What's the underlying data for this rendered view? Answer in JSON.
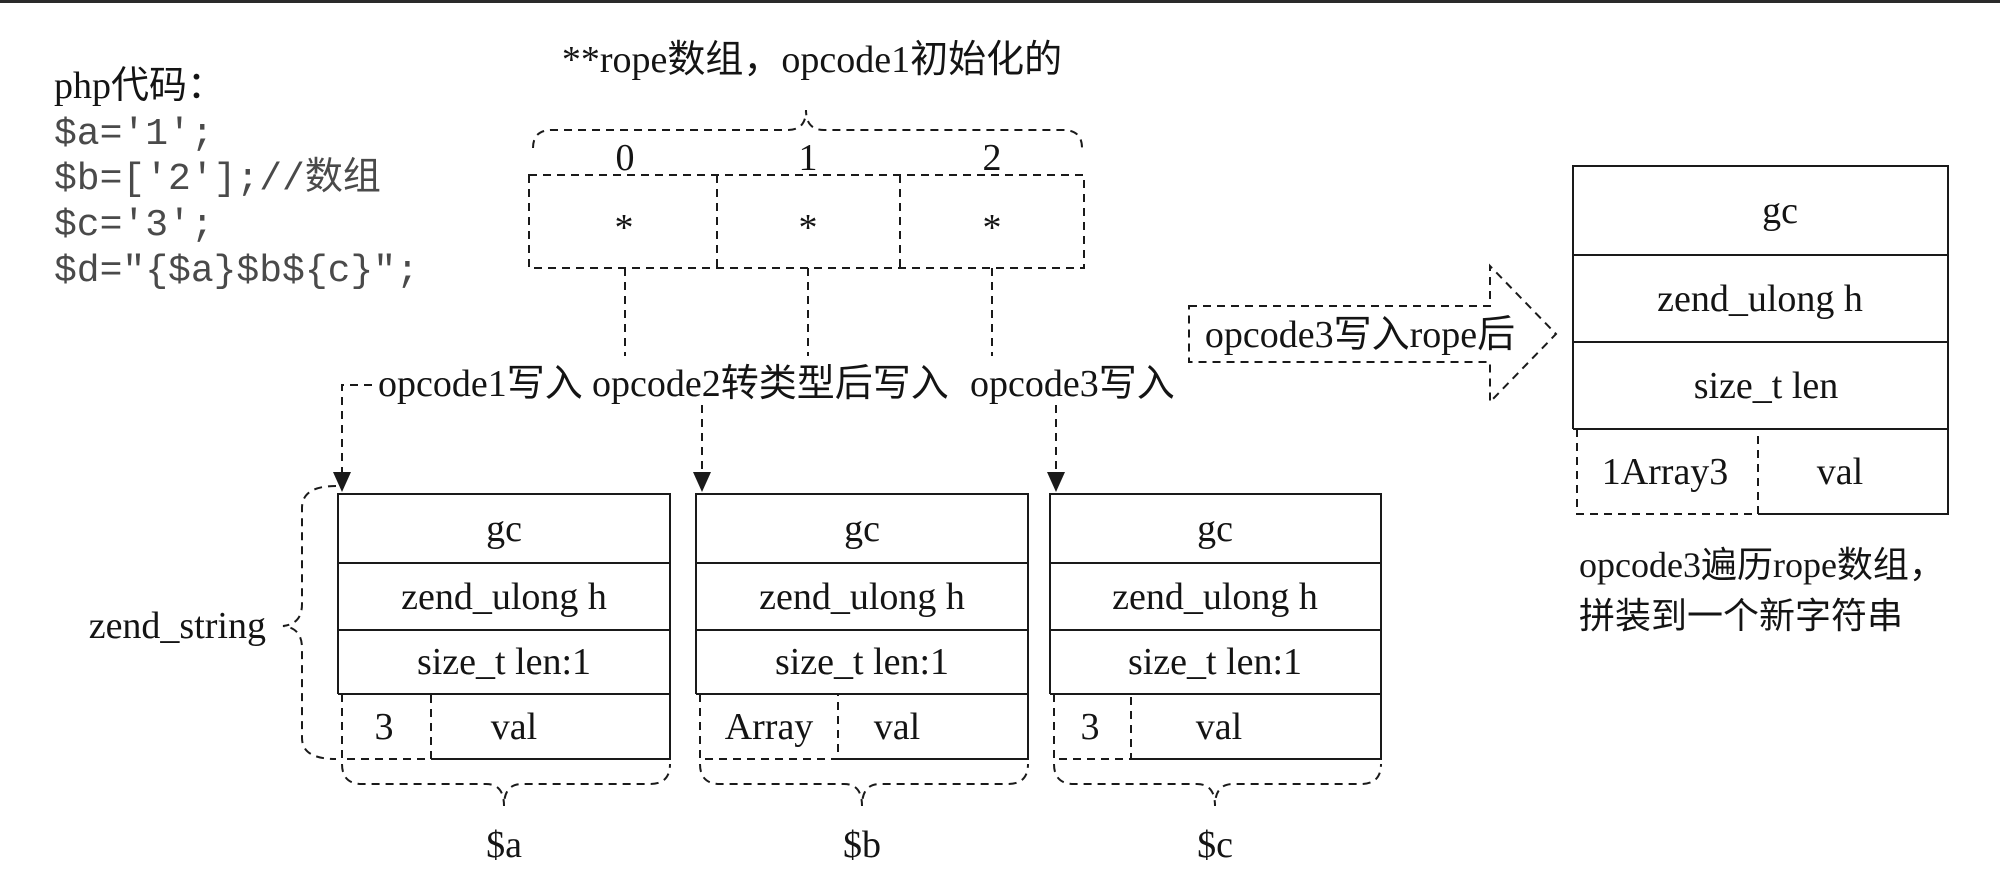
{
  "code": {
    "heading": "php代码：",
    "lines": [
      "$a='1';",
      "$b=['2'];//数组",
      "$c='3';",
      "$d=\"{$a}$b${c}\";"
    ]
  },
  "rope": {
    "title": "**rope数组，opcode1初始化的",
    "indices": [
      "0",
      "1",
      "2"
    ],
    "cells": [
      "*",
      "*",
      "*"
    ]
  },
  "writes": {
    "opcode1": "opcode1写入",
    "opcode2": "opcode2转类型后写入",
    "opcode3": "opcode3写入"
  },
  "struct_label": "zend_string",
  "structs": [
    {
      "rows": [
        "gc",
        "zend_ulong h",
        "size_t len:1"
      ],
      "content": "3",
      "val": "val",
      "var": "$a"
    },
    {
      "rows": [
        "gc",
        "zend_ulong h",
        "size_t len:1"
      ],
      "content": "Array",
      "val": "val",
      "var": "$b"
    },
    {
      "rows": [
        "gc",
        "zend_ulong h",
        "size_t len:1"
      ],
      "content": "3",
      "val": "val",
      "var": "$c"
    }
  ],
  "transition_label": "opcode3写入rope后",
  "result": {
    "rows": [
      "gc",
      "zend_ulong h",
      "size_t len"
    ],
    "content": "1Array3",
    "val": "val",
    "caption": [
      "opcode3遍历rope数组，",
      "拼装到一个新字符串"
    ]
  }
}
